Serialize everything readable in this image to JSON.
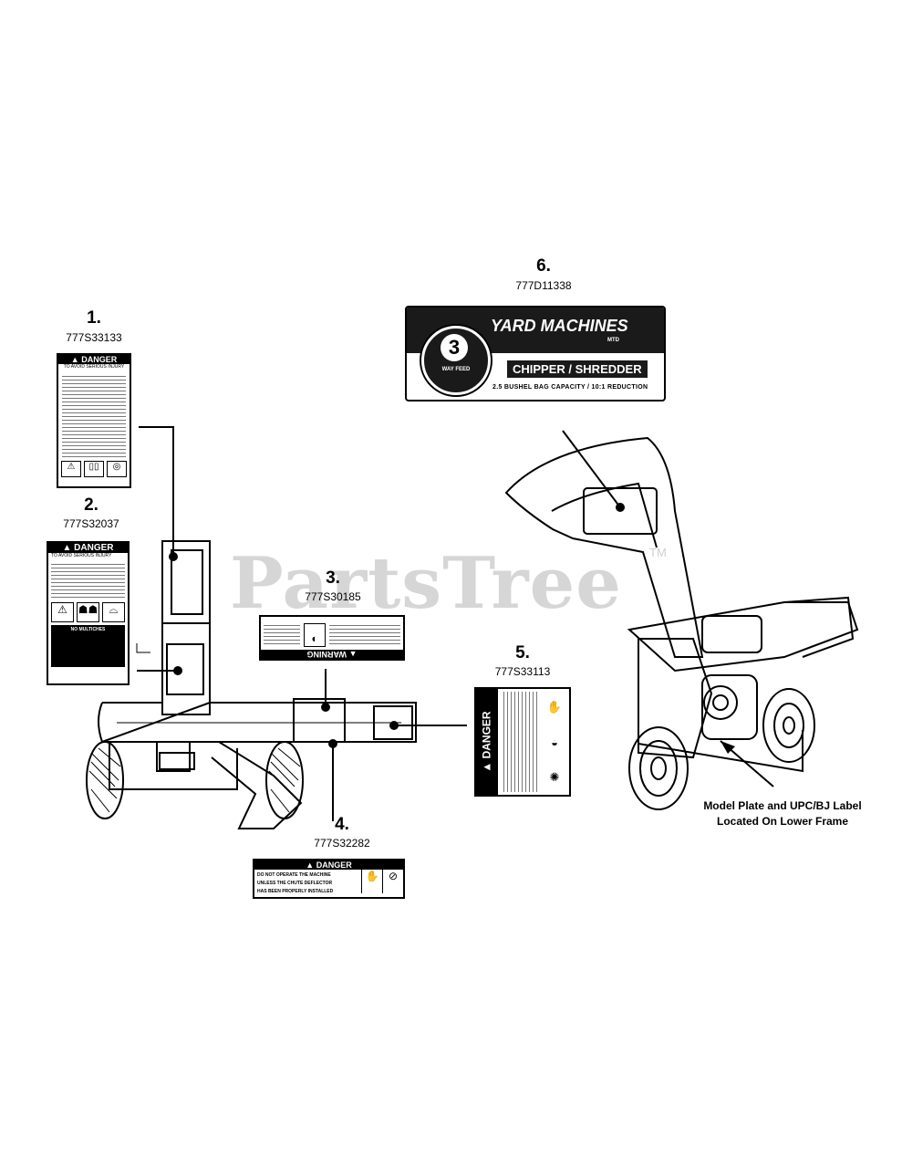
{
  "watermark": {
    "text": "PartsTree",
    "tm": "TM"
  },
  "callouts": [
    {
      "number": "1.",
      "part": "777S33133"
    },
    {
      "number": "2.",
      "part": "777S32037"
    },
    {
      "number": "3.",
      "part": "777S30185"
    },
    {
      "number": "4.",
      "part": "777S32282"
    },
    {
      "number": "5.",
      "part": "777S33113"
    },
    {
      "number": "6.",
      "part": "777D11338"
    }
  ],
  "labels": {
    "danger": "DANGER",
    "warning": "WARNING",
    "label1_sub": "TO AVOID SERIOUS INJURY",
    "label2_sub": "TO AVOID SERIOUS INJURY",
    "label2_box": "NO MULTICHES",
    "label4_line1": "DO NOT OPERATE THE MACHINE",
    "label4_line2": "UNLESS THE CHUTE DEFLECTOR",
    "label4_line3": "HAS BEEN PROPERLY INSTALLED",
    "brand": "YARD MACHINES",
    "brand_sub": "MTD",
    "product": "CHIPPER / SHREDDER",
    "capacity": "2.5 BUSHEL BAG CAPACITY / 10:1 REDUCTION",
    "badge_num": "3",
    "badge_text": "WAY FEED"
  },
  "note": {
    "line1": "Model Plate and UPC/BJ Label",
    "line2": "Located On Lower Frame"
  }
}
